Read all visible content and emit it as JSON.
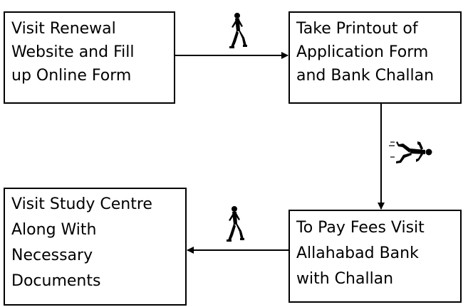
{
  "colors": {
    "line": "#000000",
    "background": "#ffffff",
    "text": "#000000"
  },
  "steps": [
    {
      "lines": [
        "Visit Renewal",
        "Website and Fill",
        "up Online Form"
      ]
    },
    {
      "lines": [
        "Take Printout of",
        "Application Form",
        "and Bank Challan"
      ]
    },
    {
      "lines": [
        "To Pay Fees Visit",
        "Allahabad Bank",
        "with Challan"
      ]
    },
    {
      "lines": [
        "Visit Study Centre",
        "Along With",
        "Necessary",
        "Documents"
      ]
    }
  ],
  "connectors": [
    {
      "from": 1,
      "to": 2,
      "icon": "walking-person-icon"
    },
    {
      "from": 2,
      "to": 3,
      "icon": "running-person-icon"
    },
    {
      "from": 3,
      "to": 4,
      "icon": "walking-person-icon"
    }
  ]
}
